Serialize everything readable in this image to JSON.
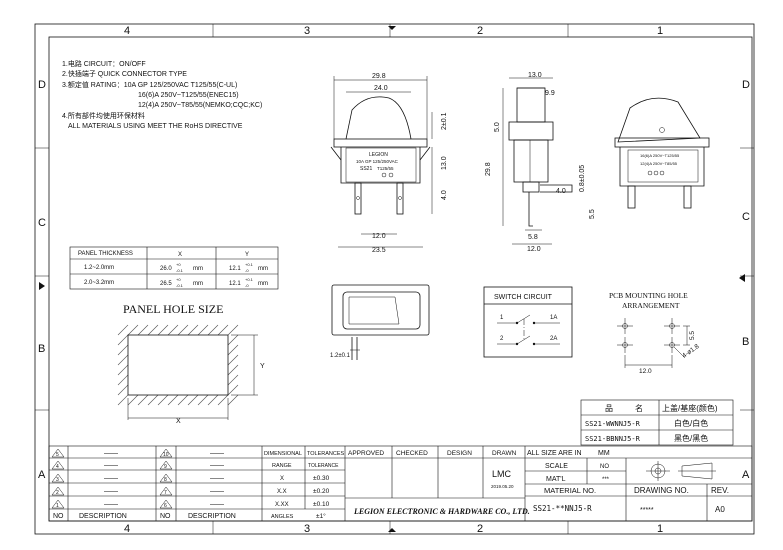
{
  "border": {
    "columns_top": [
      "4",
      "3",
      "2",
      "1"
    ],
    "columns_bottom": [
      "4",
      "3",
      "2",
      "1"
    ],
    "rows_left": [
      "D",
      "C",
      "B",
      "A"
    ],
    "rows_right": [
      "D",
      "C",
      "B",
      "A"
    ]
  },
  "notes": [
    "1.电路 CIRCUIT：ON/OFF",
    "2.快插端子 QUICK CONNECTOR TYPE",
    "3.额定值 RATING：10A GP 125/250VAC T125/55(C-UL)",
    "16(6)A 250V~T125/55(ENEC15)",
    "12(4)A 250V~T85/55(NEMKO;CQC;KC)",
    "4.所有部件均使用环保材料",
    "ALL MATERIALS USING MEET THE RoHS DIRECTIVE"
  ],
  "front_view": {
    "dims": [
      "29.8",
      "24.0",
      "2±0.1",
      "13.0",
      "4.0",
      "12.0",
      "23.5"
    ],
    "label_lines": [
      "LEGION",
      "10A GP 125/250VAC",
      "SS21",
      "T125/55"
    ]
  },
  "side_view": {
    "dims": [
      "13.0",
      "9.9",
      "5.0",
      "29.8",
      "4.0",
      "0.8±0.05",
      "5.5",
      "5.8",
      "12.0"
    ]
  },
  "iso_view": {
    "label_lines": [
      "16(6)A 250V~T125/55",
      "12(4)A 250V~T85/55"
    ]
  },
  "panel_table": {
    "headers": [
      "PANEL THICKNESS",
      "X",
      "Y"
    ],
    "rows": [
      [
        "1.2~2.0mm",
        "26.0",
        "+0",
        "-0.1",
        "mm",
        "12.1",
        "+0.1",
        "-0",
        "mm"
      ],
      [
        "2.0~3.2mm",
        "26.5",
        "+0",
        "-0.1",
        "mm",
        "12.1",
        "+0.1",
        "-0",
        "mm"
      ]
    ]
  },
  "panel_hole": {
    "title": "PANEL HOLE SIZE",
    "x_label": "X",
    "y_label": "Y"
  },
  "bottom_view": {
    "dim": "1.2±0.1"
  },
  "switch_circuit": {
    "title": "SWITCH CIRCUIT",
    "pins": [
      "1",
      "1A",
      "2",
      "2A"
    ]
  },
  "pcb": {
    "title_line1": "PCB MOUNTING HOLE",
    "title_line2": "ARRANGEMENT",
    "dims": [
      "5.5",
      "4-ø1.8",
      "12.0"
    ]
  },
  "parts_table": {
    "header": [
      "品",
      "名",
      "上盖/基座(颜色)"
    ],
    "rows": [
      [
        "SS21-WWNNJ5-R",
        "白色/白色"
      ],
      [
        "SS21-BBNNJ5-R",
        "黑色/黑色"
      ]
    ]
  },
  "title_block": {
    "revisions": [
      "5",
      "4",
      "3",
      "2",
      "1"
    ],
    "revisions2": [
      "10",
      "9",
      "8",
      "7",
      "6"
    ],
    "rev_dash": "——",
    "no_label": "NO",
    "desc_label": "DESCRIPTION",
    "tol_header": [
      "DIMENSIONAL",
      "TOLERANCES"
    ],
    "tol_rows": [
      [
        "RANGE",
        "TOLERANCE"
      ],
      [
        "X",
        "±0.30"
      ],
      [
        "X.X",
        "±0.20"
      ],
      [
        "X.XX",
        "±0.10"
      ],
      [
        "ANGLES",
        "±1°"
      ]
    ],
    "approved": "APPROVED",
    "checked": "CHECKED",
    "design": "DESIGN",
    "drawn": "DRAWN",
    "drawn_by": "LMC",
    "date": "2019.05.20",
    "company": "LEGION ELECTRONIC & HARDWARE CO., LTD.",
    "all_size": "ALL SIZE ARE IN",
    "unit": "MM",
    "scale": "SCALE",
    "scale_val": "NO",
    "matl": "MAT'L",
    "matl_val": "***",
    "material_no": "MATERIAL NO.",
    "part_no": "SS21-**NNJ5-R",
    "drawing_no": "DRAWING NO.",
    "drawing_val": "*****",
    "rev": "REV.",
    "rev_val": "A0"
  }
}
